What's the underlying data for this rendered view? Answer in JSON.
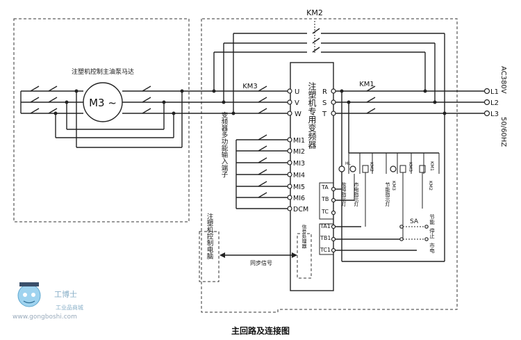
{
  "labels": {
    "km2": "KM2",
    "km3": "KM3",
    "km1": "KM1",
    "motor_title": "注塑机控制主油泵马达",
    "motor": "M3 ~",
    "inverter_title": "注塑机专用变频器",
    "multi_input": "变频器多功能输入端子",
    "computer": "注塑机控制电脑",
    "signal_processor": "信号处理器",
    "sync_signal": "同步信号",
    "voltage": "AC380V",
    "frequency": "50/60HZ",
    "caption": "主回路及连接图"
  },
  "terminals": {
    "output": [
      "U",
      "V",
      "W"
    ],
    "input": [
      "R",
      "S",
      "T"
    ],
    "mi": [
      "MI1",
      "MI2",
      "MI3",
      "MI4",
      "MI5",
      "MI6",
      "DCM"
    ],
    "relay_a": [
      "TA",
      "TB",
      "TC"
    ],
    "relay_b": [
      "TA1",
      "TB1",
      "TC1"
    ],
    "lines": [
      "L1",
      "L2",
      "L3"
    ]
  },
  "indicators": {
    "fault": "故障指示灯",
    "mains": "市电指示灯",
    "energy": "节能指示灯",
    "km2": "KM2",
    "km3": "KM3",
    "km1": "KM1",
    "km3b": "KM3",
    "km2b": "KM2",
    "hl": "HL",
    "sa": "SA",
    "sa_energy": "节能",
    "sa_stop": "停止",
    "sa_mains": "市电"
  },
  "watermark": {
    "brand": "工博士",
    "sub": "工业品商城",
    "url": "www.gongboshi.com"
  }
}
